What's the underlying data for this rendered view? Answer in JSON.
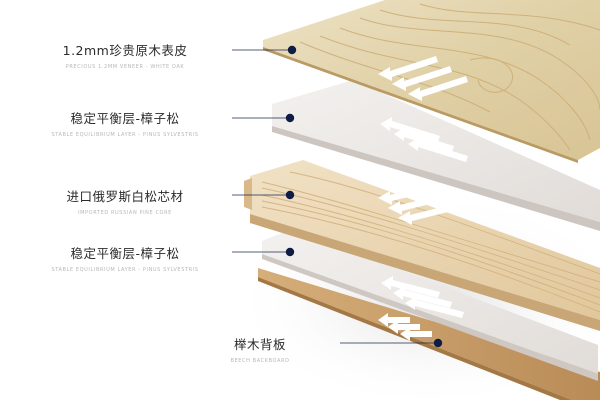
{
  "colors": {
    "veneer": "#e2d3aa",
    "veneer_grain": "#caa970",
    "balance_layer": "#ece8e5",
    "core": "#ead7b4",
    "core_grain": "#d2ae78",
    "backing": "#c9a06c",
    "leader_line": "#1c2a4e",
    "dot": "#0e1d44",
    "arrow": "#ffffff",
    "label_text": "#2b2b2b",
    "sublabel_text": "#b7b7b7"
  },
  "layers": [
    {
      "id": "veneer",
      "label": "1.2mm珍贵原木表皮",
      "sublabel": "PRECIOUS 1.2MM VENEER - WHITE OAK"
    },
    {
      "id": "balance-top",
      "label": "稳定平衡层-樟子松",
      "sublabel": "STABLE EQUILIBRIUM LAYER - PINUS SYLVESTRIS"
    },
    {
      "id": "core",
      "label": "进口俄罗斯白松芯材",
      "sublabel": "IMPORTED RUSSIAN PINE CORE"
    },
    {
      "id": "balance-bottom",
      "label": "稳定平衡层-樟子松",
      "sublabel": "STABLE EQUILIBRIUM LAYER - PINUS SYLVESTRIS"
    },
    {
      "id": "backing",
      "label": "榉木背板",
      "sublabel": "BEECH BACKBOARD"
    }
  ]
}
